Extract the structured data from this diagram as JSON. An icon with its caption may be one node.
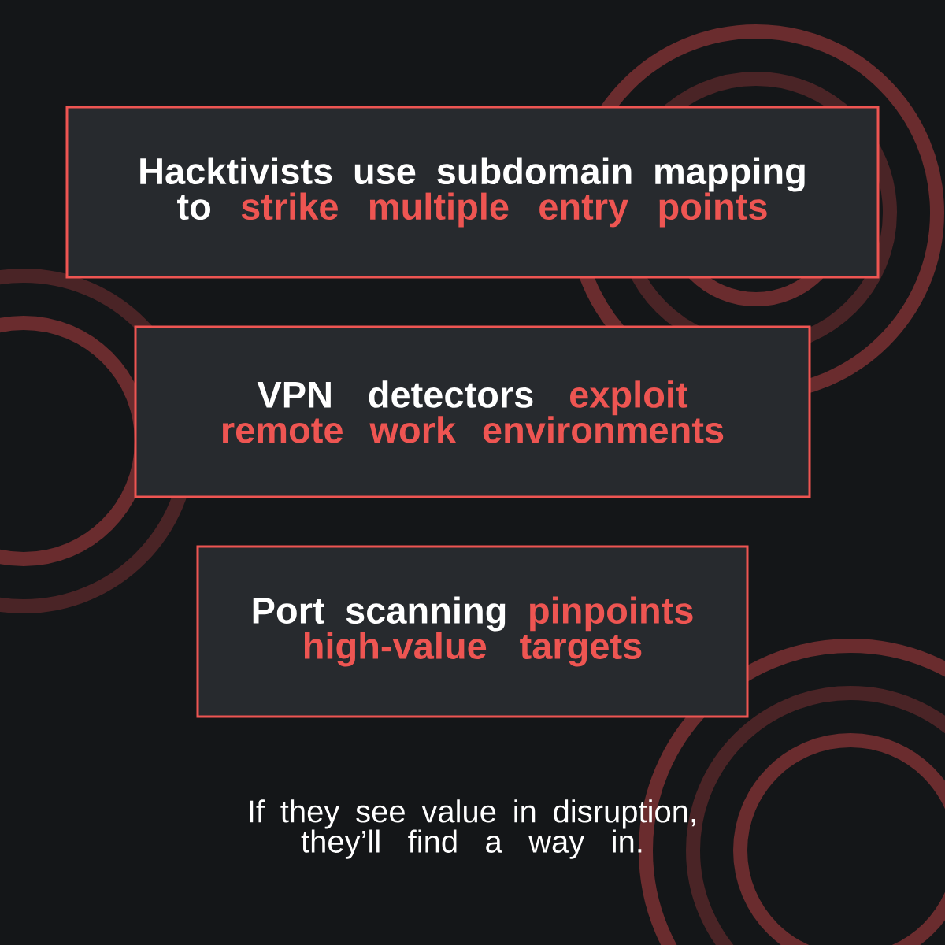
{
  "diagram": {
    "nodes": [
      {
        "text": [
          "Hacktivists use subdomain mapping to",
          "strike multiple entry points"
        ]
      },
      {
        "text": [
          "VPN detectors",
          "exploit remote work environments"
        ]
      },
      {
        "text": [
          "Port scanning",
          "pinpoints high-value targets"
        ]
      }
    ],
    "edges": [],
    "labels": [
      "If they see value in disruption, they’ll find a way in."
    ]
  }
}
